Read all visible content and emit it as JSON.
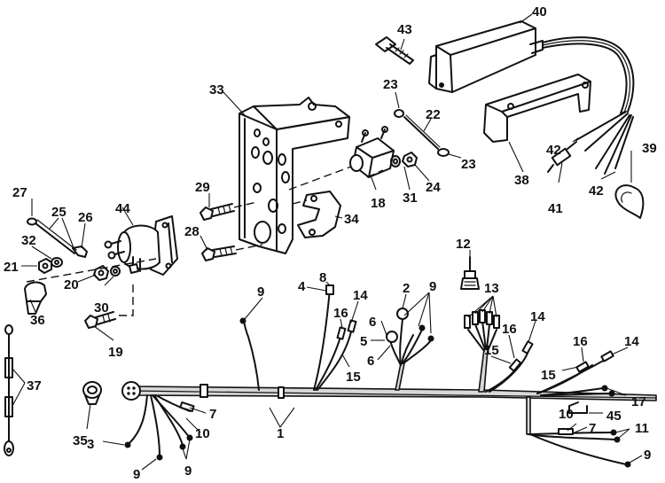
{
  "labels": [
    {
      "id": "lbl-1",
      "text": "1"
    },
    {
      "id": "lbl-2",
      "text": "2"
    },
    {
      "id": "lbl-3",
      "text": "3"
    },
    {
      "id": "lbl-4",
      "text": "4"
    },
    {
      "id": "lbl-5",
      "text": "5"
    },
    {
      "id": "lbl-6a",
      "text": "6"
    },
    {
      "id": "lbl-6b",
      "text": "6"
    },
    {
      "id": "lbl-7a",
      "text": "7"
    },
    {
      "id": "lbl-7b",
      "text": "7"
    },
    {
      "id": "lbl-8",
      "text": "8"
    },
    {
      "id": "lbl-9a",
      "text": "9"
    },
    {
      "id": "lbl-9b",
      "text": "9"
    },
    {
      "id": "lbl-9c",
      "text": "9"
    },
    {
      "id": "lbl-9d",
      "text": "9"
    },
    {
      "id": "lbl-9e",
      "text": "9"
    },
    {
      "id": "lbl-10a",
      "text": "10"
    },
    {
      "id": "lbl-10b",
      "text": "10"
    },
    {
      "id": "lbl-11",
      "text": "11"
    },
    {
      "id": "lbl-12",
      "text": "12"
    },
    {
      "id": "lbl-13",
      "text": "13"
    },
    {
      "id": "lbl-14a",
      "text": "14"
    },
    {
      "id": "lbl-14b",
      "text": "14"
    },
    {
      "id": "lbl-14c",
      "text": "14"
    },
    {
      "id": "lbl-15a",
      "text": "15"
    },
    {
      "id": "lbl-15b",
      "text": "15"
    },
    {
      "id": "lbl-15c",
      "text": "15"
    },
    {
      "id": "lbl-16a",
      "text": "16"
    },
    {
      "id": "lbl-16b",
      "text": "16"
    },
    {
      "id": "lbl-16c",
      "text": "16"
    },
    {
      "id": "lbl-17",
      "text": "17"
    },
    {
      "id": "lbl-18",
      "text": "18"
    },
    {
      "id": "lbl-19",
      "text": "19"
    },
    {
      "id": "lbl-20",
      "text": "20"
    },
    {
      "id": "lbl-21",
      "text": "21"
    },
    {
      "id": "lbl-22",
      "text": "22"
    },
    {
      "id": "lbl-23a",
      "text": "23"
    },
    {
      "id": "lbl-23b",
      "text": "23"
    },
    {
      "id": "lbl-24",
      "text": "24"
    },
    {
      "id": "lbl-25",
      "text": "25"
    },
    {
      "id": "lbl-26",
      "text": "26"
    },
    {
      "id": "lbl-27",
      "text": "27"
    },
    {
      "id": "lbl-28",
      "text": "28"
    },
    {
      "id": "lbl-29",
      "text": "29"
    },
    {
      "id": "lbl-30",
      "text": "30"
    },
    {
      "id": "lbl-31",
      "text": "31"
    },
    {
      "id": "lbl-32",
      "text": "32"
    },
    {
      "id": "lbl-33",
      "text": "33"
    },
    {
      "id": "lbl-34",
      "text": "34"
    },
    {
      "id": "lbl-35",
      "text": "35"
    },
    {
      "id": "lbl-36",
      "text": "36"
    },
    {
      "id": "lbl-37",
      "text": "37"
    },
    {
      "id": "lbl-38",
      "text": "38"
    },
    {
      "id": "lbl-39",
      "text": "39"
    },
    {
      "id": "lbl-40",
      "text": "40"
    },
    {
      "id": "lbl-41",
      "text": "41"
    },
    {
      "id": "lbl-42a",
      "text": "42"
    },
    {
      "id": "lbl-42b",
      "text": "42"
    },
    {
      "id": "lbl-43",
      "text": "43"
    },
    {
      "id": "lbl-44",
      "text": "44"
    },
    {
      "id": "lbl-45",
      "text": "45"
    }
  ]
}
